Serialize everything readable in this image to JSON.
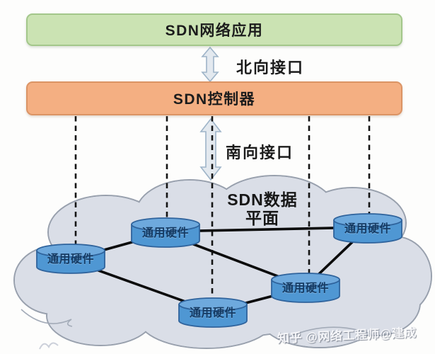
{
  "diagram": {
    "application_layer": {
      "label": "SDN网络应用"
    },
    "controller_layer": {
      "label": "SDN控制器"
    },
    "northbound_interface": {
      "label": "北向接口"
    },
    "southbound_interface": {
      "label": "南向接口"
    },
    "data_plane": {
      "title_line1": "SDN数据",
      "title_line2": "平面",
      "nodes": [
        {
          "id": "hw-left",
          "label": "通用硬件"
        },
        {
          "id": "hw-top-middle",
          "label": "通用硬件"
        },
        {
          "id": "hw-top-right",
          "label": "通用硬件"
        },
        {
          "id": "hw-bottom-middle",
          "label": "通用硬件"
        },
        {
          "id": "hw-middle-right",
          "label": "通用硬件"
        }
      ],
      "edges": [
        [
          "hw-left",
          "hw-top-middle"
        ],
        [
          "hw-top-middle",
          "hw-top-right"
        ],
        [
          "hw-top-middle",
          "hw-middle-right"
        ],
        [
          "hw-left",
          "hw-bottom-middle"
        ],
        [
          "hw-bottom-middle",
          "hw-middle-right"
        ],
        [
          "hw-middle-right",
          "hw-top-right"
        ]
      ],
      "control_links": [
        "hw-left",
        "hw-top-middle",
        "hw-bottom-middle",
        "hw-middle-right",
        "hw-top-right"
      ]
    }
  },
  "watermark": {
    "text": "知乎 @网络工程师@建成"
  },
  "colors": {
    "application_fill": "#cbe3b3",
    "application_border": "#a3c78a",
    "controller_fill": "#f4af82",
    "controller_border": "#db9465",
    "interface_arrow_fill": "#e3e9ef",
    "interface_arrow_border": "#9eb4c8",
    "cloud_fill": "#dadee7",
    "cloud_border": "#98a0ad",
    "node_body_fill": "#4f97d3",
    "node_top_fill": "#6ea9dd",
    "node_border": "#2f639c",
    "node_text": "#143a63",
    "link_line": "#0b0b0b",
    "dashed_line": "#141414"
  }
}
